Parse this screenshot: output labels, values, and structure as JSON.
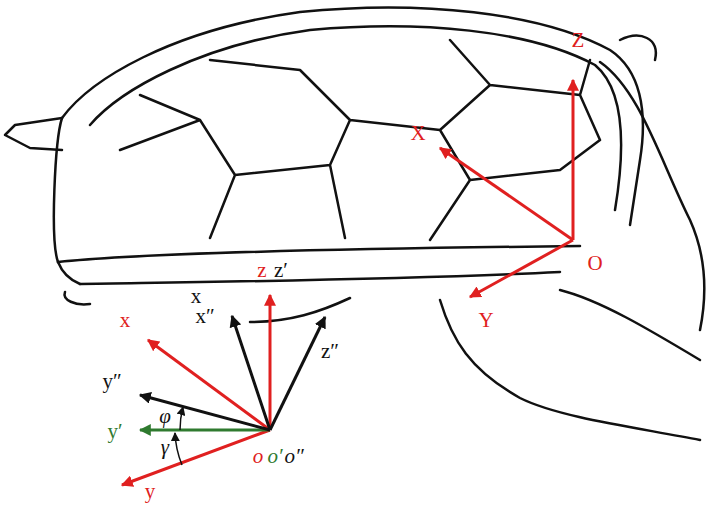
{
  "diagram": {
    "labels": [
      "Z",
      "X",
      "O",
      "Y",
      "z",
      "z′",
      "x",
      "x″",
      "x",
      "z″",
      "y″",
      "φ",
      "y′",
      "γ",
      "y",
      "o",
      "o′",
      "o″"
    ]
  }
}
